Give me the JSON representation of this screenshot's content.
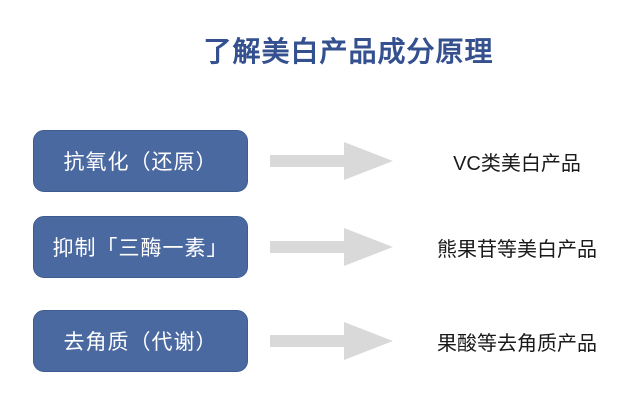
{
  "page": {
    "title": "了解美白产品成分原理"
  },
  "diagram": {
    "rows": [
      {
        "mechanism": "抗氧化（还原）",
        "product": "VC类美白产品"
      },
      {
        "mechanism": "抑制「三酶一素」",
        "product": "熊果苷等美白产品"
      },
      {
        "mechanism": "去角质（代谢）",
        "product": "果酸等去角质产品"
      }
    ],
    "arrow_icon": "arrow-right-icon",
    "colors": {
      "title": "#35508f",
      "box_fill": "#4a69a0",
      "box_border": "#3e5c8f",
      "box_text": "#ffffff",
      "arrow": "#d9d9d9",
      "label_text": "#1a1a1a"
    }
  }
}
